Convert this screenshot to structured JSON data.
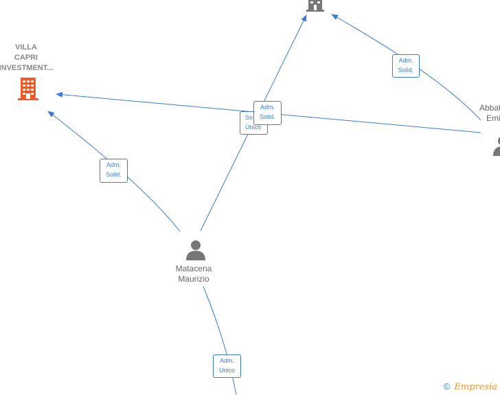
{
  "colors": {
    "edge": "#3a7bd5",
    "company_main": "#f05a28",
    "company_other": "#777777",
    "person": "#777777"
  },
  "nodes": {
    "villa_capri": {
      "label_lines": [
        "VILLA",
        "CAPRI",
        "INVESTMENT..."
      ],
      "icon": "building-icon"
    },
    "top_company": {
      "icon": "building-icon"
    },
    "matacena": {
      "label_lines": [
        "Matacena",
        "Maurizio"
      ],
      "icon": "person-icon"
    },
    "abbate": {
      "label_lines": [
        "Abbat",
        "Emi"
      ],
      "icon": "person-icon"
    }
  },
  "edges": {
    "matacena_villa": {
      "line1": "Adm.",
      "line2": "Solid."
    },
    "abbate_top": {
      "line1": "Adm.",
      "line2": "Solid."
    },
    "abbate_villa": {
      "line1": "Adm.",
      "line2": "Solid."
    },
    "matacena_top": {
      "line1": "So",
      "line2": "Único"
    },
    "matacena_down": {
      "line1": "Adm.",
      "line2": "Unico"
    }
  },
  "footer": {
    "copyright": "©",
    "brand": "Empresia"
  }
}
